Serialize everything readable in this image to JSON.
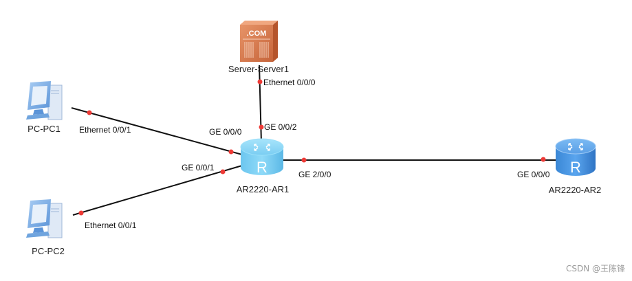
{
  "devices": {
    "server1": {
      "label": "Server-Server1",
      "icon": "server-icon",
      "badge": ".COM"
    },
    "pc1": {
      "label": "PC-PC1",
      "icon": "pc-icon"
    },
    "pc2": {
      "label": "PC-PC2",
      "icon": "pc-icon"
    },
    "ar1": {
      "label": "AR2220-AR1",
      "icon": "router-icon",
      "glyph": "R"
    },
    "ar2": {
      "label": "AR2220-AR2",
      "icon": "router-icon",
      "glyph": "R"
    }
  },
  "links": [
    {
      "from": "server1",
      "to": "ar1",
      "from_port": "Ethernet 0/0/0",
      "to_port": "GE 0/0/2"
    },
    {
      "from": "pc1",
      "to": "ar1",
      "from_port": "Ethernet 0/0/1",
      "to_port": "GE 0/0/0"
    },
    {
      "from": "pc2",
      "to": "ar1",
      "from_port": "Ethernet 0/0/1",
      "to_port": "GE 0/0/1"
    },
    {
      "from": "ar1",
      "to": "ar2",
      "from_port": "GE 2/0/0",
      "to_port": "GE 0/0/0"
    }
  ],
  "colors": {
    "port_dot": "#ee3a36",
    "link": "#111111",
    "router": "#7fd3f5",
    "server": "#d7774a",
    "pc": "#6fa4de"
  },
  "watermark": "CSDN @王陈锋"
}
